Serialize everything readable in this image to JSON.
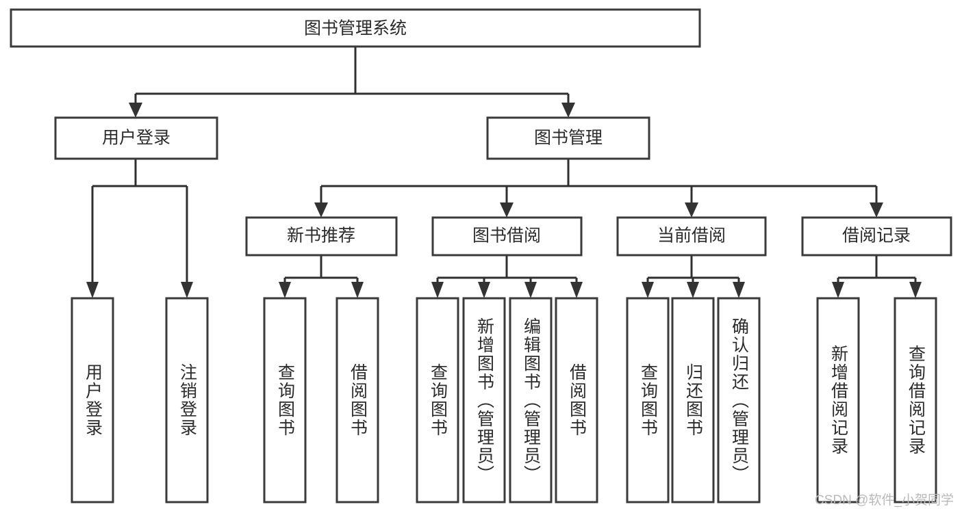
{
  "diagram": {
    "title_node": {
      "id": "root",
      "label": "图书管理系统",
      "orientation": "horizontal"
    },
    "level2": [
      {
        "id": "user-login",
        "label": "用户登录",
        "orientation": "horizontal"
      },
      {
        "id": "book-management",
        "label": "图书管理",
        "orientation": "horizontal"
      }
    ],
    "level3": [
      {
        "id": "new-book-recommend",
        "label": "新书推荐",
        "orientation": "horizontal",
        "parent": "book-management"
      },
      {
        "id": "book-borrow",
        "label": "图书借阅",
        "orientation": "horizontal",
        "parent": "book-management"
      },
      {
        "id": "current-borrow",
        "label": "当前借阅",
        "orientation": "horizontal",
        "parent": "book-management"
      },
      {
        "id": "borrow-record",
        "label": "借阅记录",
        "orientation": "horizontal",
        "parent": "book-management"
      }
    ],
    "leaves": [
      {
        "id": "leaf-user-login",
        "label": "用户登录",
        "orientation": "vertical",
        "parent": "user-login"
      },
      {
        "id": "leaf-logout-login",
        "label": "注销登录",
        "orientation": "vertical",
        "parent": "user-login"
      },
      {
        "id": "leaf-query-book-1",
        "label": "查询图书",
        "orientation": "vertical",
        "parent": "new-book-recommend"
      },
      {
        "id": "leaf-borrow-book-1",
        "label": "借阅图书",
        "orientation": "vertical",
        "parent": "new-book-recommend"
      },
      {
        "id": "leaf-query-book-2",
        "label": "查询图书",
        "orientation": "vertical",
        "parent": "book-borrow"
      },
      {
        "id": "leaf-add-book-admin",
        "label": "新增图书（管理员）",
        "orientation": "vertical",
        "parent": "book-borrow"
      },
      {
        "id": "leaf-edit-book-admin",
        "label": "编辑图书（管理员）",
        "orientation": "vertical",
        "parent": "book-borrow"
      },
      {
        "id": "leaf-borrow-book-2",
        "label": "借阅图书",
        "orientation": "vertical",
        "parent": "book-borrow"
      },
      {
        "id": "leaf-query-book-3",
        "label": "查询图书",
        "orientation": "vertical",
        "parent": "current-borrow"
      },
      {
        "id": "leaf-return-book",
        "label": "归还图书",
        "orientation": "vertical",
        "parent": "current-borrow"
      },
      {
        "id": "leaf-confirm-return-admin",
        "label": "确认归还（管理员）",
        "orientation": "vertical",
        "parent": "current-borrow"
      },
      {
        "id": "leaf-add-borrow-record",
        "label": "新增借阅记录",
        "orientation": "vertical",
        "parent": "borrow-record"
      },
      {
        "id": "leaf-query-borrow-record",
        "label": "查询借阅记录",
        "orientation": "vertical",
        "parent": "borrow-record"
      }
    ],
    "colors": {
      "box_stroke": "#3a3a3a",
      "connector": "#2f2f2f",
      "text": "#2b2b2b",
      "background": "#ffffff",
      "watermark": "#b9b9b9"
    }
  },
  "watermark": {
    "text": "CSDN @软件_小贺同学"
  }
}
